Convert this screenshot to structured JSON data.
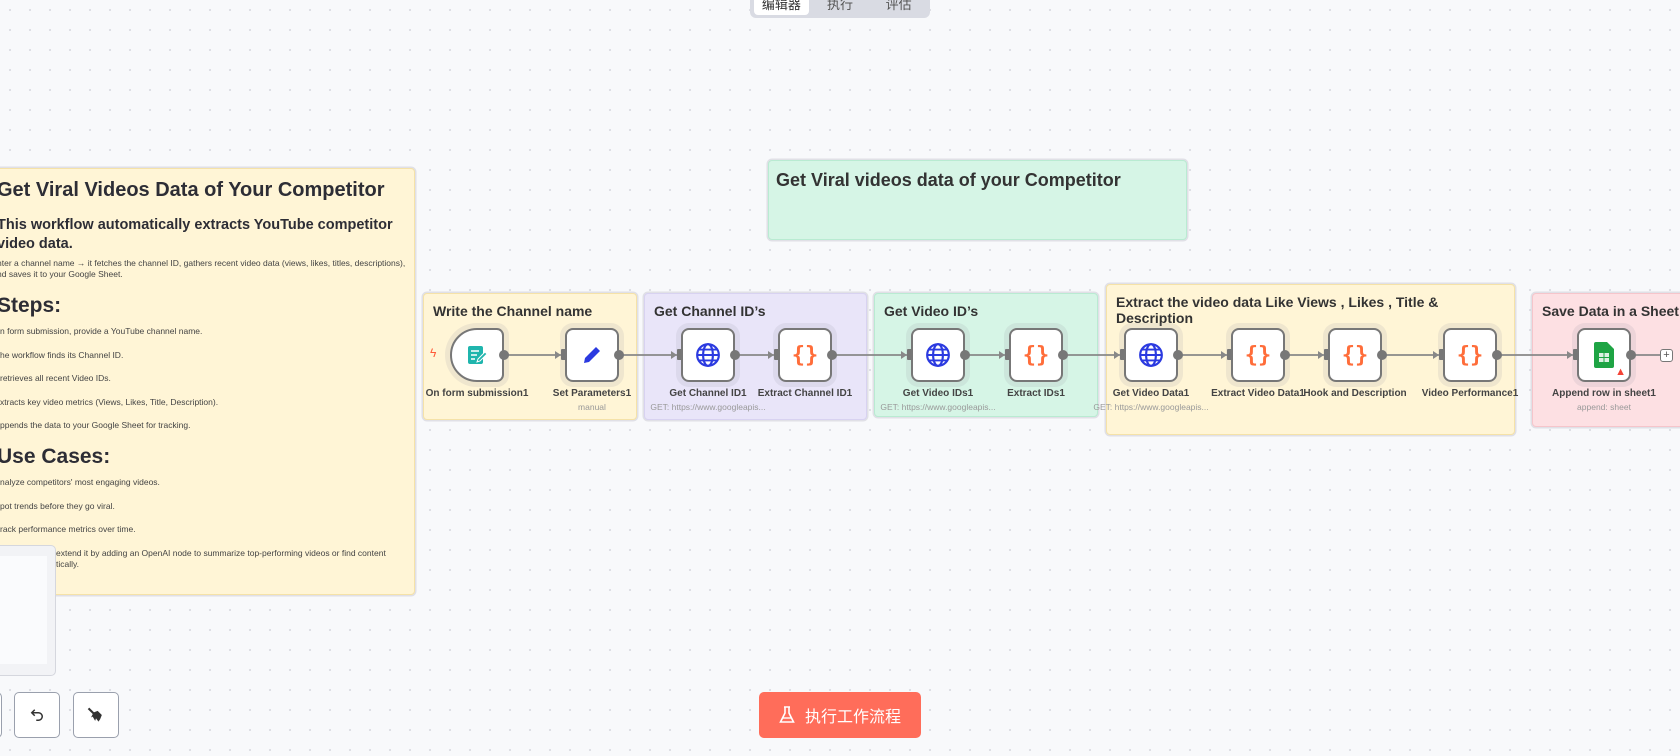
{
  "tabs": [
    {
      "label": "编辑器",
      "active": true
    },
    {
      "label": "执行"
    },
    {
      "label": "评估"
    }
  ],
  "main_note": {
    "title": "Get Viral Videos Data of Your Competitor",
    "subtitle": "This workflow automatically extracts YouTube competitor video data.",
    "intro": "nter a channel name → it fetches the channel ID, gathers recent video data (views, likes, titles, descriptions), nd saves it to your Google Sheet.",
    "steps_heading": "Steps:",
    "steps": [
      "n form submission, provide a YouTube channel name.",
      "he workflow finds its Channel ID.",
      "retrieves all recent Video IDs.",
      "xtracts key video metrics (Views, Likes, Title, Description).",
      "ppends the data to your Google Sheet for tracking."
    ],
    "use_heading": "Use Cases:",
    "uses": [
      "nalyze competitors' most engaging videos.",
      "pot trends before they go viral.",
      "rack performance metrics over time.",
      "extend it by adding an OpenAI node to summarize top-performing videos or find content tically."
    ]
  },
  "top_note": {
    "title": "Get Viral videos data of your Competitor"
  },
  "groups": [
    {
      "title": "Write the Channel name",
      "color": "yellow"
    },
    {
      "title": "Get Channel ID’s",
      "color": "purple"
    },
    {
      "title": "Get Video ID’s",
      "color": "green"
    },
    {
      "title": "Extract the video data Like Views , Likes , Title & Description",
      "color": "yellow"
    },
    {
      "title": "Save Data in a Sheet",
      "color": "pink"
    }
  ],
  "nodes": [
    {
      "label": "On form submission1",
      "sub": "",
      "icon": "form-icon"
    },
    {
      "label": "Set Parameters1",
      "sub": "manual",
      "icon": "pencil-icon"
    },
    {
      "label": "Get Channel ID1",
      "sub": "GET: https://www.googleapis...",
      "icon": "globe-icon"
    },
    {
      "label": "Extract Channel ID1",
      "sub": "",
      "icon": "code-braces-icon"
    },
    {
      "label": "Get Video IDs1",
      "sub": "GET: https://www.googleapis...",
      "icon": "globe-icon"
    },
    {
      "label": "Extract IDs1",
      "sub": "",
      "icon": "code-braces-icon"
    },
    {
      "label": "Get Video Data1",
      "sub": "GET: https://www.googleapis...",
      "icon": "globe-icon"
    },
    {
      "label": "Extract Video Data1",
      "sub": "",
      "icon": "code-braces-icon"
    },
    {
      "label": "Hook and Description",
      "sub": "",
      "icon": "code-braces-icon"
    },
    {
      "label": "Video Performance1",
      "sub": "",
      "icon": "code-braces-icon"
    },
    {
      "label": "Append row in sheet1",
      "sub": "append: sheet",
      "icon": "google-sheets-icon",
      "warning": true
    }
  ],
  "run_button": {
    "label": "执行工作流程",
    "color": "#ff6d5a"
  },
  "colors": {
    "accent": "#ff6d5a",
    "globe": "#2b3ae0",
    "code": "#ff6d3a",
    "form": "#1fb5ad",
    "sheets": "#1ea444"
  }
}
